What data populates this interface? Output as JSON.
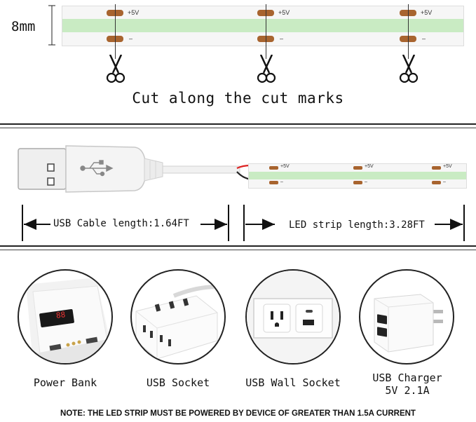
{
  "top": {
    "width_label": "8mm",
    "plus_label": "+5V",
    "minus_label": "–",
    "cut_caption": "Cut along the cut marks"
  },
  "usb_section": {
    "cable_length": "USB Cable length:1.64FT",
    "strip_length": "LED strip length:3.28FT",
    "plus_label": "+5V",
    "minus_label": "–"
  },
  "devices": [
    {
      "label": "Power Bank",
      "display": "88"
    },
    {
      "label": "USB Socket"
    },
    {
      "label": "USB Wall Socket"
    },
    {
      "label_line1": "USB Charger",
      "label_line2": "5V 2.1A"
    }
  ],
  "note": "NOTE: THE LED STRIP MUST BE POWERED BY DEVICE OF GREATER THAN 1.5A CURRENT",
  "colors": {
    "strip_green": "#c9ebc3",
    "strip_white": "#f6f6f6",
    "pad_copper": "#a8642f"
  }
}
